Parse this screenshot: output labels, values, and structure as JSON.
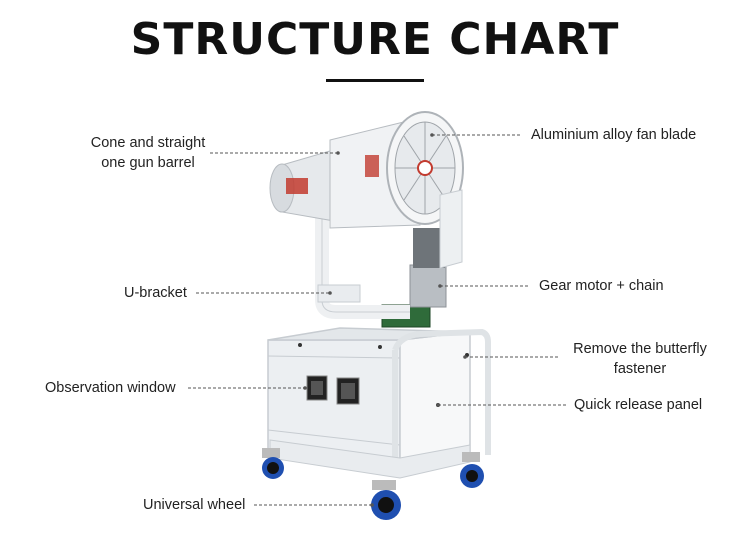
{
  "title": "STRUCTURE CHART",
  "labels": {
    "barrel_line1": "Cone and straight",
    "barrel_line2": "one gun barrel",
    "fan_blade": "Aluminium alloy fan blade",
    "u_bracket": "U-bracket",
    "gear_motor": "Gear motor + chain",
    "butterfly_line1": "Remove the butterfly",
    "butterfly_line2": "fastener",
    "observation": "Observation window",
    "quick_release": "Quick release panel",
    "wheel": "Universal wheel"
  },
  "colors": {
    "body": "#f1f3f5",
    "wheel": "#1f4fb0",
    "motor": "#2f6b3a",
    "text": "#222222"
  },
  "icons": [
    "fan-icon",
    "wheel-icon",
    "observation-window-icon"
  ]
}
